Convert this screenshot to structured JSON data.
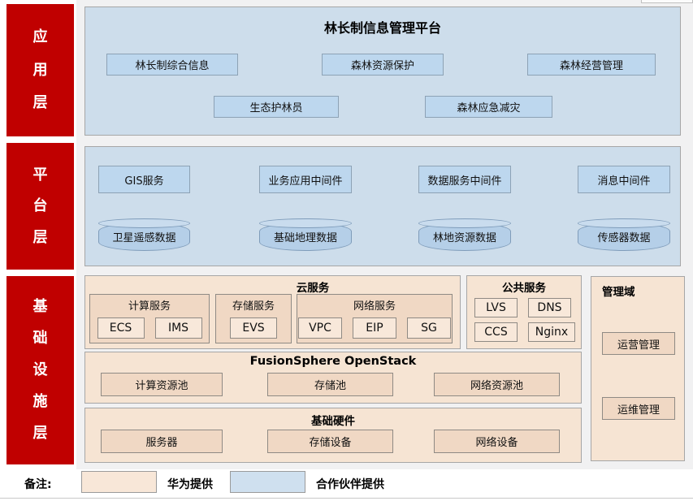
{
  "colors": {
    "layer_red": "#c00000",
    "partner_blue_outer": "#cdddeb",
    "partner_blue_inner": "#bdd7ee",
    "huawei_peach_outer": "#f6e4d3",
    "huawei_peach_inner": "#f0d8c4"
  },
  "app_layer": {
    "label_chars": [
      "应",
      "用",
      "层"
    ],
    "title": "林长制信息管理平台",
    "row1": [
      "林长制综合信息",
      "森林资源保护",
      "森林经营管理"
    ],
    "row2": [
      "生态护林员",
      "森林应急减灾"
    ]
  },
  "platform_layer": {
    "label_chars": [
      "平",
      "台",
      "层"
    ],
    "services": [
      "GIS服务",
      "业务应用中间件",
      "数据服务中间件",
      "消息中间件"
    ],
    "databases": [
      "卫星遥感数据",
      "基础地理数据",
      "林地资源数据",
      "传感器数据"
    ]
  },
  "infra_layer": {
    "label_chars": [
      "基",
      "础",
      "设",
      "施",
      "层"
    ],
    "cloud": {
      "title": "云服务",
      "compute": {
        "title": "计算服务",
        "items": [
          "ECS",
          "IMS"
        ]
      },
      "storage": {
        "title": "存储服务",
        "items": [
          "EVS"
        ]
      },
      "network": {
        "title": "网络服务",
        "items": [
          "VPC",
          "EIP",
          "SG"
        ]
      }
    },
    "public": {
      "title": "公共服务",
      "items": [
        "LVS",
        "DNS",
        "CCS",
        "Nginx"
      ]
    },
    "mgmt": {
      "title": "管理域",
      "items": [
        "运营管理",
        "运维管理"
      ]
    },
    "fusion": {
      "title": "FusionSphere OpenStack",
      "items": [
        "计算资源池",
        "存储池",
        "网络资源池"
      ]
    },
    "hardware": {
      "title": "基础硬件",
      "items": [
        "服务器",
        "存储设备",
        "网络设备"
      ]
    }
  },
  "legend": {
    "label": "备注:",
    "huawei": "华为提供",
    "partner": "合作伙伴提供"
  }
}
